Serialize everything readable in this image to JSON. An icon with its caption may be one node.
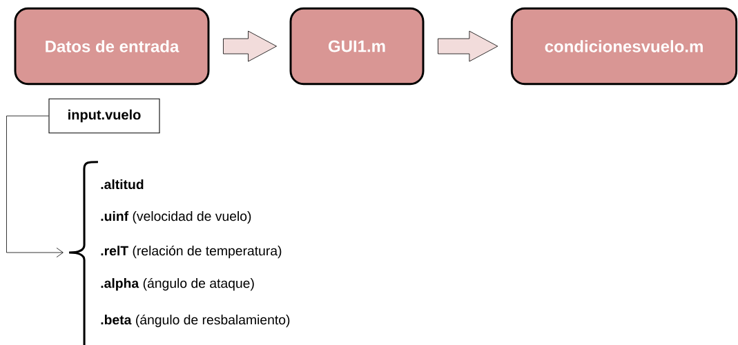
{
  "diagram": {
    "nodes": [
      {
        "text": [
          "Datos de entrada"
        ]
      },
      {
        "text": [
          "GUI1.m"
        ]
      },
      {
        "text": [
          "condicionesvuelo.m"
        ]
      },
      {
        "text": [
          "input.vuelo"
        ]
      },
      {
        "text": [],
        "shape": "bracket"
      }
    ],
    "edges": [
      {
        "from": 0,
        "to": 1,
        "arrow": "to",
        "style": "thick"
      },
      {
        "from": 1,
        "to": 2,
        "arrow": "to",
        "style": "thick"
      },
      {
        "from": 3,
        "to": 4,
        "arrow": "to"
      }
    ],
    "labels": [
      "**.altitud**",
      "**.uinf** (velocidad de vuelo)",
      "**.relT** (relación de temperatura)",
      "**.alpha** (ángulo de ataque)",
      "**.beta** (ángulo de resbalamiento)"
    ]
  }
}
